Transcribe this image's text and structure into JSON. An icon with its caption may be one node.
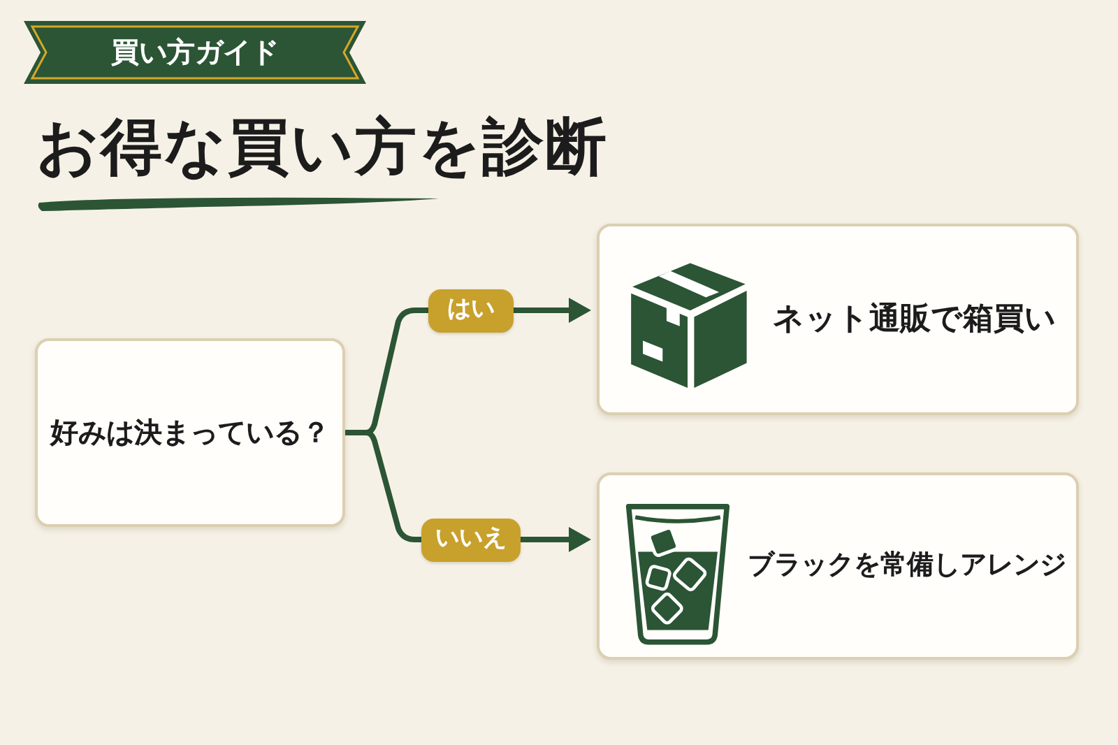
{
  "diagram": {
    "title": "お得な買い方を診断",
    "nodes": [
      {
        "text": [
          "買い方ガイド"
        ]
      },
      {
        "text": [
          "好みは決まっている？"
        ]
      },
      {
        "text": [
          "ネット通販で箱買い"
        ]
      },
      {
        "text": [
          "ブラックを常備しアレンジ"
        ]
      }
    ],
    "edges": [
      {
        "from": 1,
        "to": 2,
        "arrow": "to",
        "label": "はい"
      },
      {
        "from": 1,
        "to": 3,
        "arrow": "to",
        "label": "いいえ"
      }
    ]
  }
}
